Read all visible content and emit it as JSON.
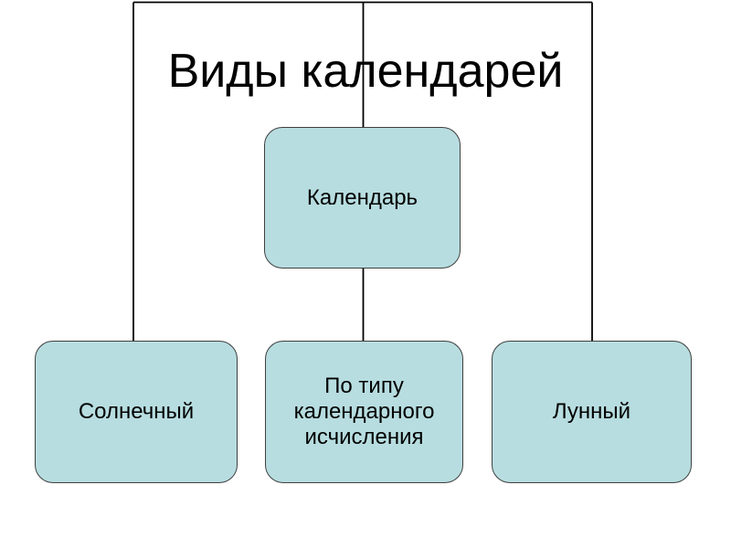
{
  "slide": {
    "title": "Виды календарей",
    "nodes": {
      "calendar": {
        "label": "Календарь"
      },
      "solar": {
        "label": "Солнечный"
      },
      "type": {
        "label": "По типу\nкалендарного\nисчисления"
      },
      "lunar": {
        "label": "Лунный"
      }
    },
    "colors": {
      "background": "#ffffff",
      "box_fill": "#b7dde0",
      "box_border": "#3f3f3f",
      "connector": "#000000",
      "text": "#000000"
    }
  }
}
